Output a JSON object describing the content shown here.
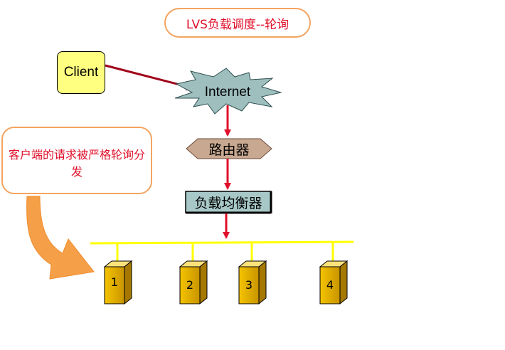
{
  "title": "LVS负载调度--轮询",
  "client": "Client",
  "internet": "Internet",
  "router": "路由器",
  "load_balancer": "负载均衡器",
  "callout": "客户端的请求被严格轮询分发",
  "servers": [
    "1",
    "2",
    "3",
    "4"
  ],
  "colors": {
    "title_text": "#e0102a",
    "callout_border": "#f4a460",
    "arrow": "#e0102a",
    "bus": "#ffff00",
    "server": "#e8b400",
    "client_fill": "#ffff80",
    "internet_fill": "#9fbfbf",
    "router_fill": "#c8a890",
    "lb_fill": "#a8c8c8"
  }
}
